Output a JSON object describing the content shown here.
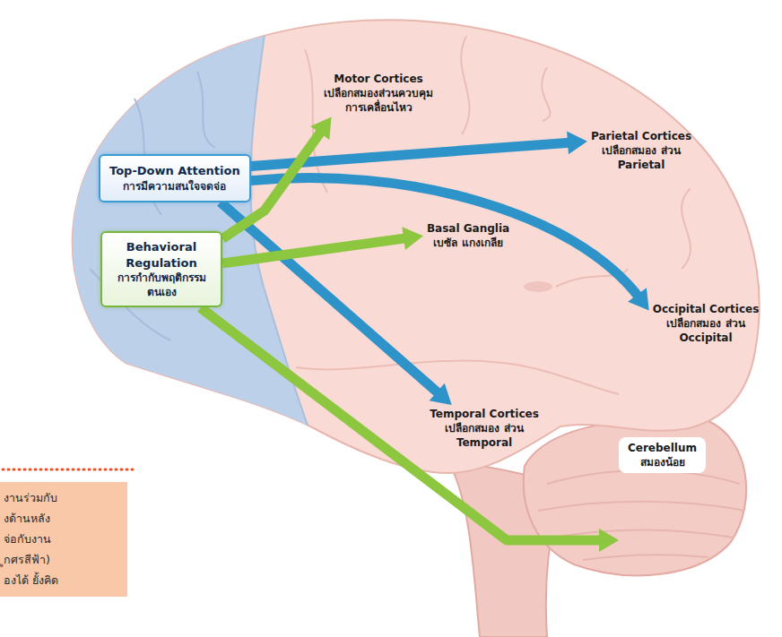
{
  "diagram": {
    "nodes": [
      {
        "text": [
          "Motor Cortices",
          "เปลือกสมองส่วนควบคุม การเคลื่อนไหว"
        ]
      },
      {
        "text": [
          "Top-Down Attention",
          "การมีความสนใจจดจ่อ"
        ]
      },
      {
        "text": [
          "Parietal Cortices",
          "เปลือกสมอง ส่วน Parietal"
        ]
      },
      {
        "text": [
          "Basal Ganglia",
          "เบซัล แกงเกลีย"
        ]
      },
      {
        "text": [
          "Behavioral Regulation",
          "การกำกับพฤติกรรม ตนเอง"
        ]
      },
      {
        "text": [
          "Occipital Cortices",
          "เปลือกสมอง ส่วน Occipital"
        ]
      },
      {
        "text": [
          "Temporal Cortices",
          "เปลือกสมอง ส่วน Temporal"
        ]
      },
      {
        "text": [
          "Cerebellum",
          "สมองน้อย"
        ]
      }
    ],
    "edges": [
      {
        "from": 1,
        "to": 2,
        "arrow": "to"
      },
      {
        "from": 1,
        "to": 5,
        "arrow": "to"
      },
      {
        "from": 1,
        "to": 6,
        "arrow": "to"
      },
      {
        "from": 4,
        "to": 0,
        "arrow": "to"
      },
      {
        "from": 4,
        "to": 3,
        "arrow": "to"
      },
      {
        "from": 4,
        "to": 7,
        "arrow": "to"
      }
    ],
    "labels": [
      "งานร่วมกับ",
      "งด้านหลัง",
      "จ่อกับงาน",
      "ูกศรสีฟ้า)",
      "องได้ ยั้งคิด"
    ]
  }
}
